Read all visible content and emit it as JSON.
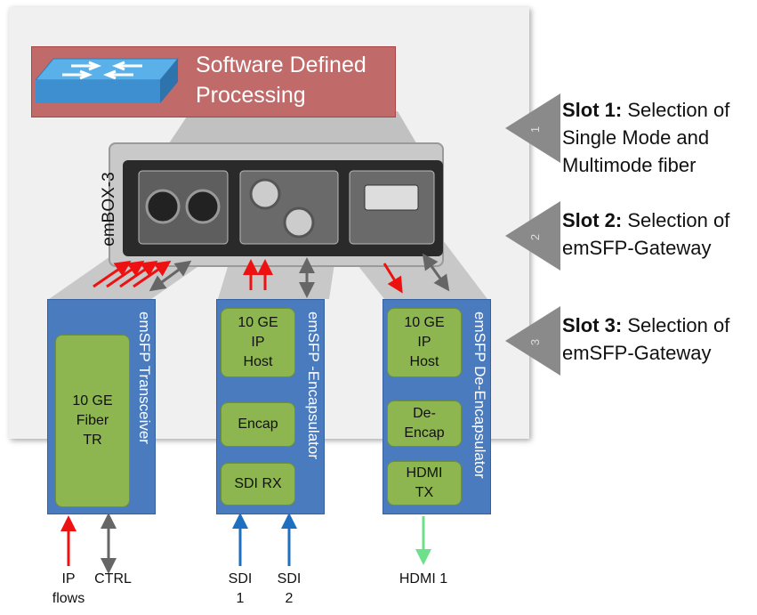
{
  "header": {
    "line1": "Software Defined",
    "line2": "Processing"
  },
  "device": {
    "label": "emBOX-3"
  },
  "slots": [
    {
      "num": "1",
      "title": "Slot 1:",
      "text1": " Selection of",
      "text2": "Single Mode and",
      "text3": "Multimode fiber"
    },
    {
      "num": "2",
      "title": "Slot 2:",
      "text1": " Selection of",
      "text2": "emSFP-Gateway",
      "text3": ""
    },
    {
      "num": "3",
      "title": "Slot 3:",
      "text1": " Selection of",
      "text2": "emSFP-Gateway",
      "text3": ""
    }
  ],
  "modules": {
    "transceiver": {
      "label": "emSFP Transceiver",
      "block": [
        "10 GE",
        "Fiber",
        "TR"
      ]
    },
    "encapsulator": {
      "label": "emSFP -Encapsulator",
      "host": [
        "10 GE",
        "IP",
        "Host"
      ],
      "encap": "Encap",
      "sdi": "SDI RX"
    },
    "decapsulator": {
      "label": "emSFP De-Encapsulator",
      "host": [
        "10 GE",
        "IP",
        "Host"
      ],
      "decap": [
        "De-",
        "Encap"
      ],
      "hdmi": [
        "HDMI",
        "TX"
      ]
    }
  },
  "io": {
    "ip": [
      "IP",
      "flows"
    ],
    "ctrl": "CTRL",
    "sdi1": [
      "SDI",
      "1"
    ],
    "sdi2": [
      "SDI",
      "2"
    ],
    "hdmi1": "HDMI 1"
  },
  "colors": {
    "module": "#4a7bbf",
    "block": "#8db550",
    "header": "#c06a6a",
    "red_arrow": "#e11",
    "blue_arrow": "#1f6fc0",
    "green_arrow": "#6fe08a"
  }
}
